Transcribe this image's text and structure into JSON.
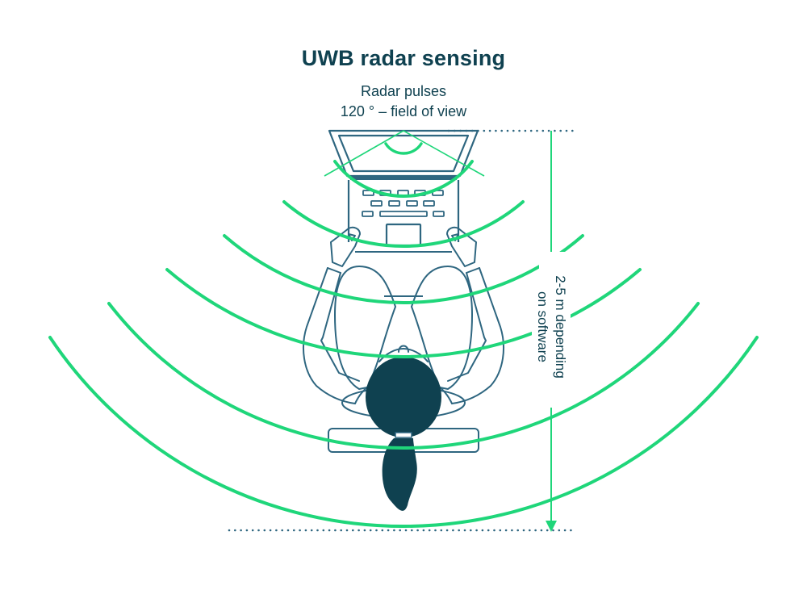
{
  "title": "UWB radar sensing",
  "field_of_view": {
    "line1": "Radar pulses",
    "line2": "120 ° – field of view",
    "angle_degrees": 120
  },
  "range_label": {
    "line1": "2-5 m depending",
    "line2": "on software"
  },
  "colors": {
    "outline": "#2e6680",
    "dark": "#0f4150",
    "accent": "#1fd67a",
    "dots": "#2e6680"
  },
  "wave_count": 6,
  "illustration": {
    "subject": "person-at-laptop-top-view",
    "elements": [
      "laptop",
      "keyboard",
      "trackpad",
      "hands",
      "arms",
      "chair",
      "head",
      "ponytail",
      "pillow"
    ]
  }
}
